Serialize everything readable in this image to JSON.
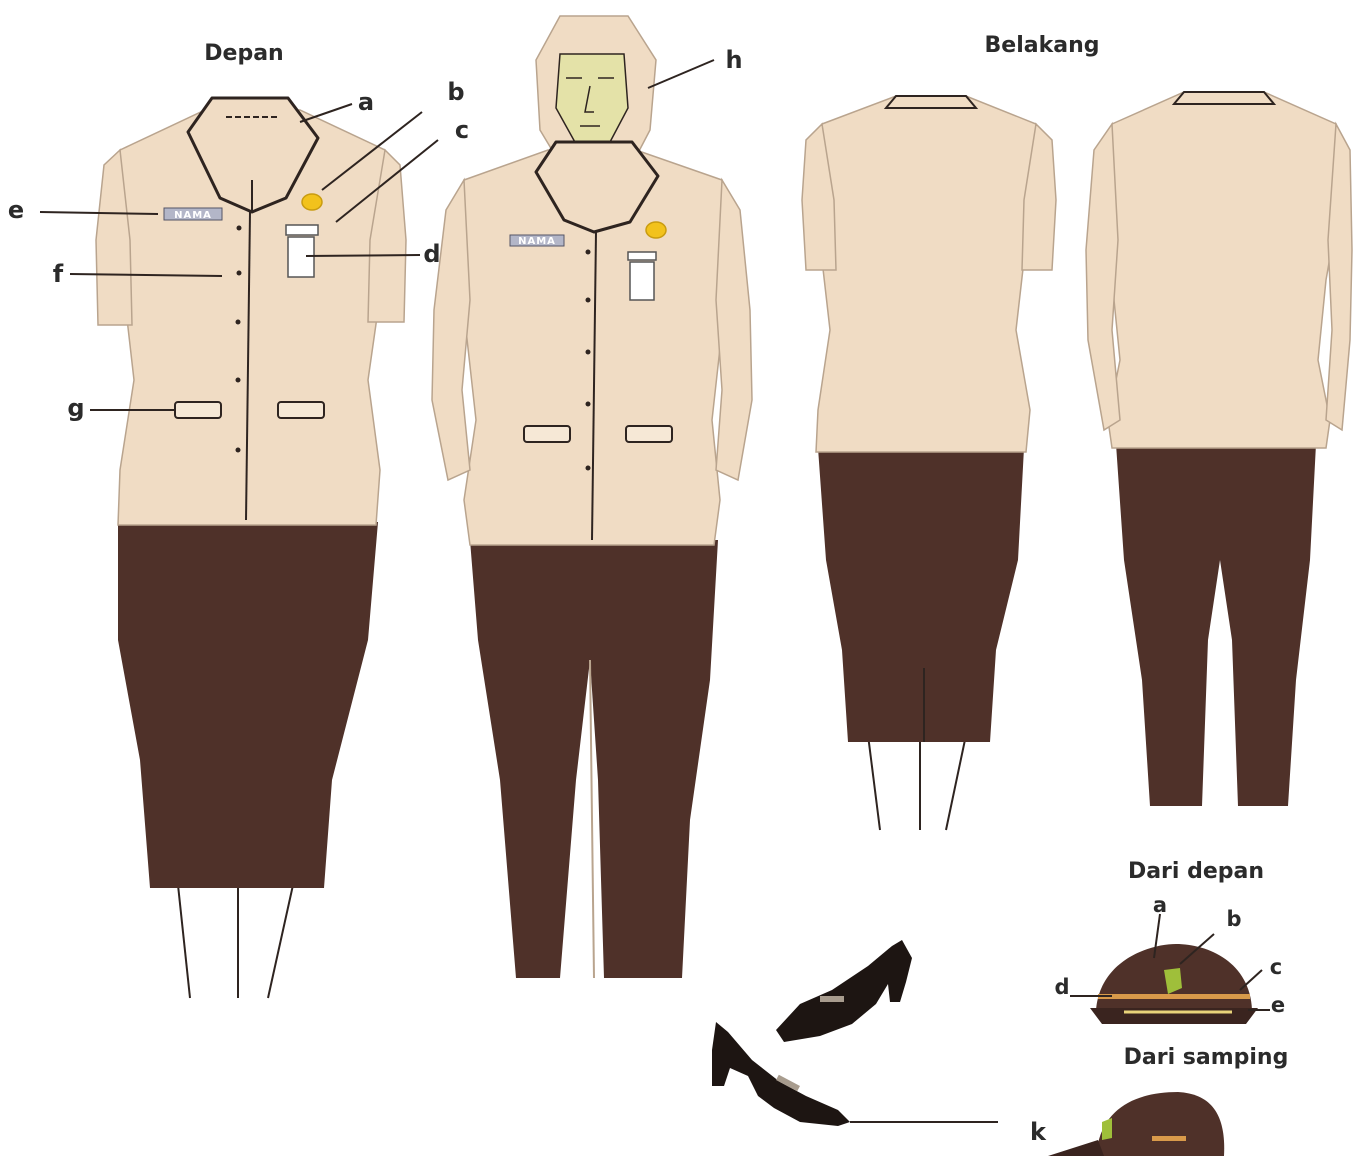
{
  "headings": {
    "front": "Depan",
    "back": "Belakang",
    "cap_front": "Dari depan",
    "cap_side": "Dari samping"
  },
  "callouts_uniform": {
    "a": "a",
    "b": "b",
    "c": "c",
    "d": "d",
    "e": "e",
    "f": "f",
    "g": "g",
    "h": "h",
    "k": "k"
  },
  "callouts_cap": {
    "a": "a",
    "b": "b",
    "c": "c",
    "d": "d",
    "e": "e"
  },
  "name_tag": "NAMA",
  "colors": {
    "jacket": "#f0dcc4",
    "skirt": "#4f3129",
    "outline": "#2e2420",
    "face": "#e4e2a8",
    "badge": "#f2c21c",
    "shoe": "#1d1512"
  }
}
